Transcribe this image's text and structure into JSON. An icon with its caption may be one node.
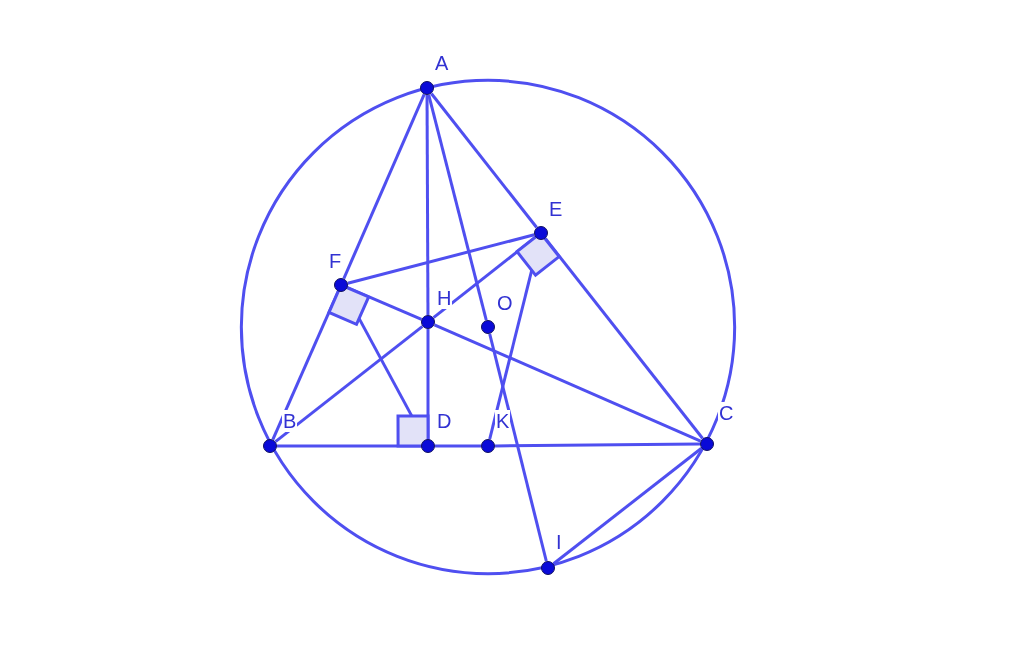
{
  "diagram": {
    "nodes": [
      {
        "text": [
          "A"
        ]
      },
      {
        "text": [
          "E"
        ]
      },
      {
        "text": [
          "F"
        ]
      },
      {
        "text": [
          "H"
        ]
      },
      {
        "text": [
          "O"
        ]
      },
      {
        "text": [
          "B"
        ]
      },
      {
        "text": [
          "D"
        ]
      },
      {
        "text": [
          "K"
        ]
      },
      {
        "text": [
          "C"
        ]
      },
      {
        "text": [
          "I"
        ]
      }
    ],
    "edges": [
      {
        "from": 0,
        "to": 2,
        "arrow": "none"
      },
      {
        "from": 2,
        "to": 5,
        "arrow": "none"
      },
      {
        "from": 0,
        "to": 1,
        "arrow": "none"
      },
      {
        "from": 1,
        "to": 8,
        "arrow": "none"
      },
      {
        "from": 5,
        "to": 6,
        "arrow": "none"
      },
      {
        "from": 6,
        "to": 7,
        "arrow": "none"
      },
      {
        "from": 7,
        "to": 8,
        "arrow": "none"
      },
      {
        "from": 0,
        "to": 3,
        "arrow": "none"
      },
      {
        "from": 3,
        "to": 6,
        "arrow": "none"
      },
      {
        "from": 5,
        "to": 3,
        "arrow": "none"
      },
      {
        "from": 3,
        "to": 1,
        "arrow": "none"
      },
      {
        "from": 8,
        "to": 3,
        "arrow": "none"
      },
      {
        "from": 3,
        "to": 2,
        "arrow": "none"
      },
      {
        "from": 0,
        "to": 4,
        "arrow": "none"
      },
      {
        "from": 4,
        "to": 9,
        "arrow": "none"
      },
      {
        "from": 2,
        "to": 1,
        "arrow": "none"
      },
      {
        "from": 2,
        "to": 6,
        "arrow": "none"
      },
      {
        "from": 1,
        "to": 7,
        "arrow": "none"
      },
      {
        "from": 9,
        "to": 8,
        "arrow": "none"
      }
    ]
  }
}
